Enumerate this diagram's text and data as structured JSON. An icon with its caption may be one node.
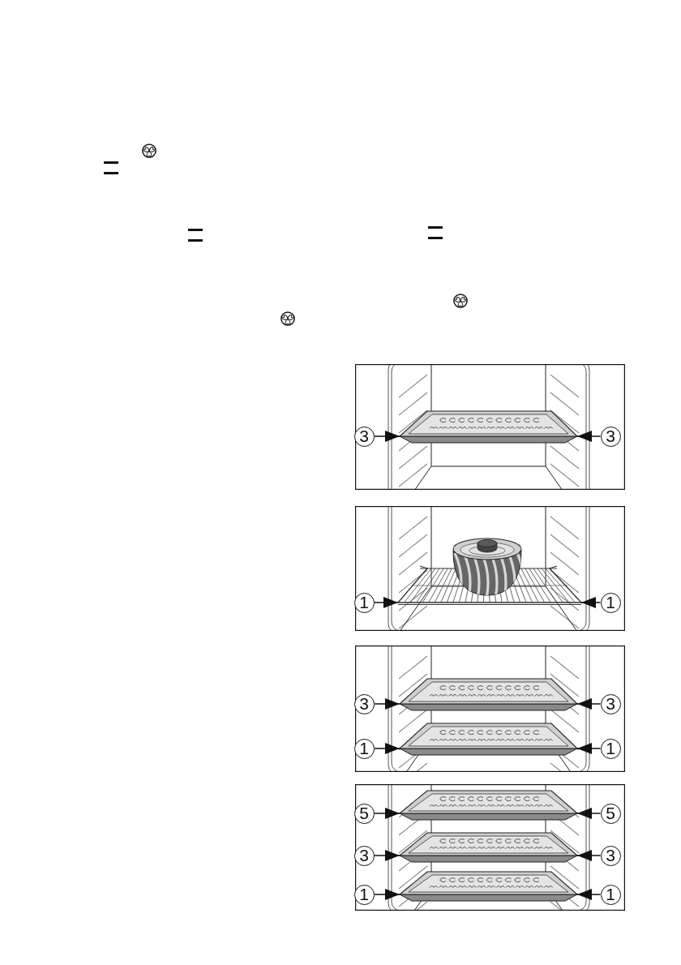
{
  "diagram": {
    "nodes": [
      {
        "text": [
          "3"
        ]
      },
      {
        "text": [
          "3"
        ]
      },
      {
        "text": [
          "1"
        ]
      },
      {
        "text": [
          "1"
        ]
      },
      {
        "text": [
          "3"
        ]
      },
      {
        "text": [
          "3"
        ]
      },
      {
        "text": [
          "1"
        ]
      },
      {
        "text": [
          "1"
        ]
      },
      {
        "text": [
          "5"
        ]
      },
      {
        "text": [
          "5"
        ]
      },
      {
        "text": [
          "3"
        ]
      },
      {
        "text": [
          "3"
        ]
      },
      {
        "text": [
          "1"
        ]
      },
      {
        "text": [
          "1"
        ]
      }
    ],
    "edges": [
      {
        "from": 0,
        "to": null,
        "arrow": "to"
      },
      {
        "from": 1,
        "to": null,
        "arrow": "to"
      },
      {
        "from": 2,
        "to": null,
        "arrow": "to"
      },
      {
        "from": 3,
        "to": null,
        "arrow": "to"
      },
      {
        "from": 4,
        "to": null,
        "arrow": "to"
      },
      {
        "from": 5,
        "to": null,
        "arrow": "to"
      },
      {
        "from": 6,
        "to": null,
        "arrow": "to"
      },
      {
        "from": 7,
        "to": null,
        "arrow": "to"
      },
      {
        "from": 8,
        "to": null,
        "arrow": "to"
      },
      {
        "from": 9,
        "to": null,
        "arrow": "to"
      },
      {
        "from": 10,
        "to": null,
        "arrow": "to"
      },
      {
        "from": 11,
        "to": null,
        "arrow": "to"
      },
      {
        "from": 12,
        "to": null,
        "arrow": "to"
      },
      {
        "from": 13,
        "to": null,
        "arrow": "to"
      }
    ]
  }
}
